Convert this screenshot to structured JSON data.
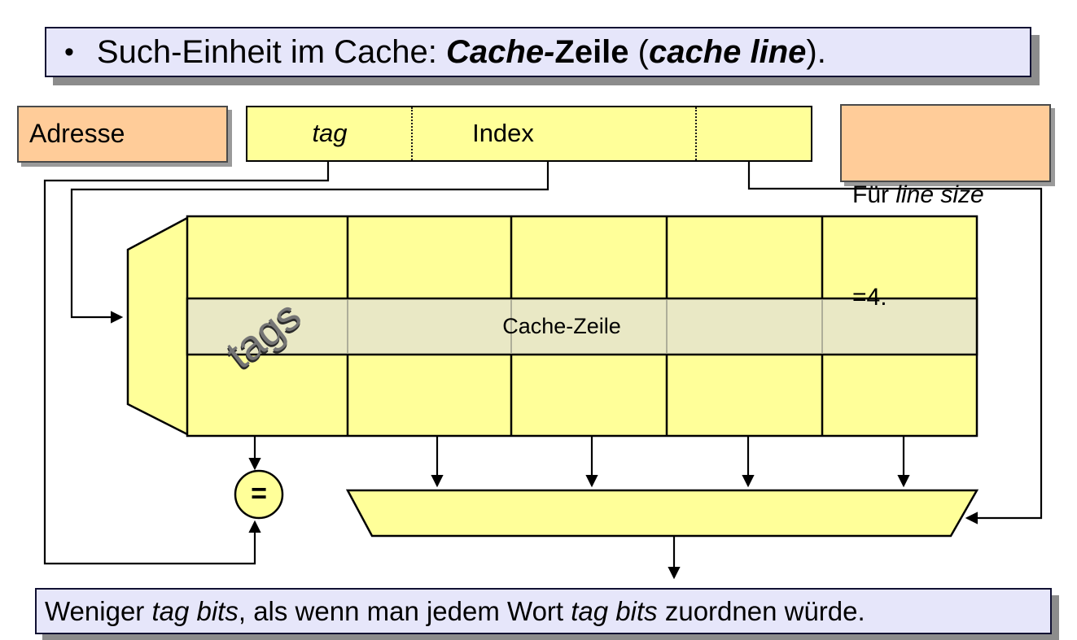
{
  "colors": {
    "banner_bg": "#E6E6FA",
    "box_orange": "#FFCC99",
    "box_yellow": "#FFFF99",
    "row_highlight": "#E9E8C5",
    "shadow": "#8C8C8C",
    "line": "#000000",
    "tags_text": "#757575"
  },
  "title": {
    "bullet": "•",
    "runs": [
      {
        "t": "Such-Einheit im Cache: "
      },
      {
        "t": "Cache-",
        "b": true,
        "i": true
      },
      {
        "t": "Zeile",
        "b": true
      },
      {
        "t": " ("
      },
      {
        "t": "cache line",
        "b": true,
        "i": true
      },
      {
        "t": ")."
      }
    ]
  },
  "address": {
    "label": "Adresse"
  },
  "field": {
    "tag_label": "tag",
    "index_label": "Index",
    "offset_label": ""
  },
  "note": {
    "line1_runs": [
      {
        "t": "Für "
      },
      {
        "t": "line size",
        "i": true
      }
    ],
    "line2": "=4."
  },
  "cache": {
    "tags_label": "tags",
    "row_label": "Cache-Zeile",
    "columns": 5,
    "rows": 3
  },
  "comparator": {
    "symbol": "="
  },
  "footer": {
    "runs": [
      {
        "t": "Weniger "
      },
      {
        "t": "tag bits",
        "i": true
      },
      {
        "t": ", als wenn man jedem Wort "
      },
      {
        "t": "tag bits",
        "i": true
      },
      {
        "t": " zuordnen würde."
      }
    ]
  }
}
